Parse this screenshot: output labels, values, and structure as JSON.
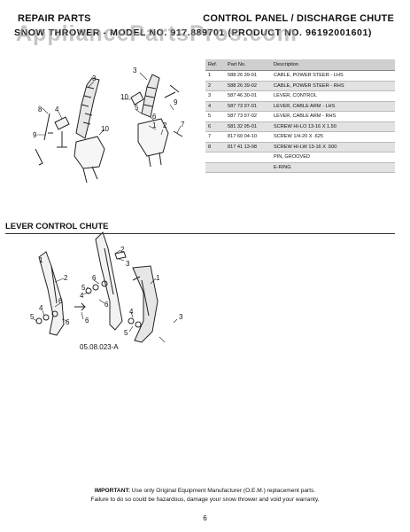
{
  "header": {
    "left": "REPAIR PARTS",
    "right": "CONTROL PANEL / DISCHARGE CHUTE",
    "subheader": "SNOW THROWER - MODEL NO. 917.889701 (PRODUCT NO. 96192001601)",
    "watermark": "AppliancePartsPros.com"
  },
  "parts_table": {
    "headers": [
      "Ref.",
      "Part No.",
      "Description"
    ],
    "rows": [
      {
        "ref": "1",
        "part_no": "588 26 39-01",
        "description": "CABLE, POWER STEER - LHS"
      },
      {
        "ref": "2",
        "part_no": "588 26 39-02",
        "description": "CABLE, POWER STEER - RHS"
      },
      {
        "ref": "3",
        "part_no": "587 46 30-01",
        "description": "LEVER, CONTROL"
      },
      {
        "ref": "4",
        "part_no": "587 73 97-01",
        "description": "LEVER, CABLE ARM - LHS"
      },
      {
        "ref": "5",
        "part_no": "587 73 97-02",
        "description": "LEVER, CABLE ARM - RHS"
      },
      {
        "ref": "6",
        "part_no": "581 32 95-01",
        "description": "SCREW HI-LO 13-16 X 1.50"
      },
      {
        "ref": "7",
        "part_no": "817 60 04-10",
        "description": "SCREW 1/4-20 X .625"
      },
      {
        "ref": "8",
        "part_no": "817 41 13-08",
        "description": "SCREW HI-LW 13-16 X .500"
      },
      {
        "ref": "",
        "part_no": "",
        "description": "PIN, GROOVED"
      },
      {
        "ref": "",
        "part_no": "",
        "description": "E-RING"
      }
    ]
  },
  "diagram_top": {
    "callouts": [
      "3",
      "3",
      "4",
      "8",
      "9",
      "10",
      "10",
      "5",
      "6",
      "1",
      "2",
      "7",
      "9"
    ]
  },
  "section": {
    "title": "LEVER CONTROL CHUTE"
  },
  "diagram_bottom": {
    "callouts": [
      "2",
      "3",
      "1",
      "2",
      "1",
      "6",
      "5",
      "4",
      "6",
      "6",
      "5",
      "4",
      "6",
      "4",
      "5",
      "6",
      "3"
    ],
    "figure_code": "05.08.023-A"
  },
  "footer": {
    "important": "IMPORTANT:",
    "line1_rest": "Use only Original Equipment Manufacturer (O.E.M.) replacement parts.",
    "line2": "Failure to do so could be hazardous, damage your snow thrower and void your warranty."
  },
  "page_number": "6"
}
